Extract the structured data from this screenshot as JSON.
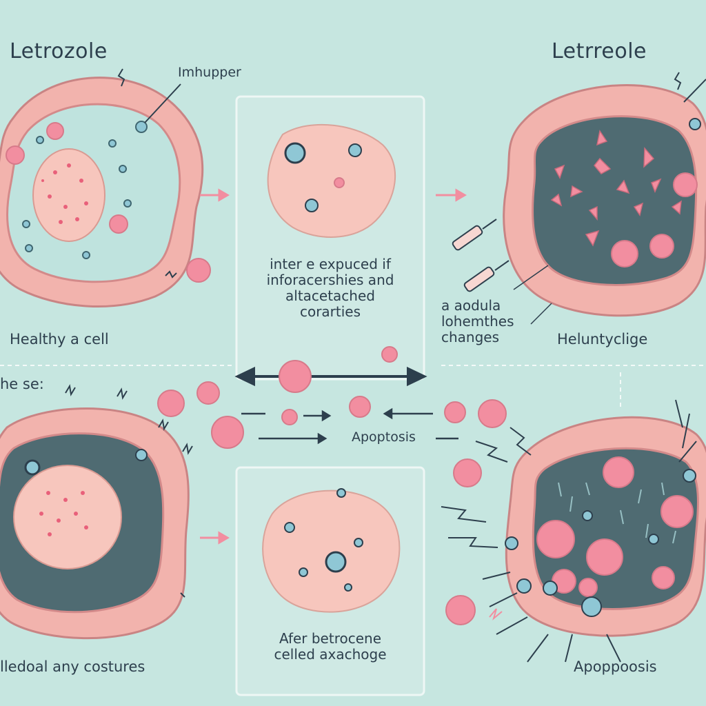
{
  "labels": {
    "title_left": "Letrozole",
    "title_right": "Letrreole",
    "pointer_left": "Imhupper",
    "caption_healthy": "Healthy a cell",
    "center_top_line1": "inter e expuced if",
    "center_top_line2": "inforacershies and",
    "center_top_line3": "altacetached",
    "center_top_line4": "corarties",
    "side_line1": "a aodula",
    "side_line2": "lohemthes",
    "side_line3": "changes",
    "caption_right_top": "Heluntycligе",
    "row_label": "he se:",
    "apoptosis_center": "Apoptosis",
    "caption_bottom_left": "lledoal any costures",
    "center_bottom_line1": "Afer betrocene",
    "center_bottom_line2": "celled axachoge",
    "caption_bottom_right": "Apoppoosis"
  },
  "colors": {
    "background": "#c6e6e0",
    "membrane": "#f2b3ad",
    "membrane_dark": "#d98f8f",
    "cytoplasm_light": "#bfe3de",
    "cytoplasm_dark": "#4f6b72",
    "nucleus": "#f7c6bd",
    "vesicle": "#f28ea0",
    "arrow": "#f28ea0",
    "ink": "#2d3f4d"
  }
}
